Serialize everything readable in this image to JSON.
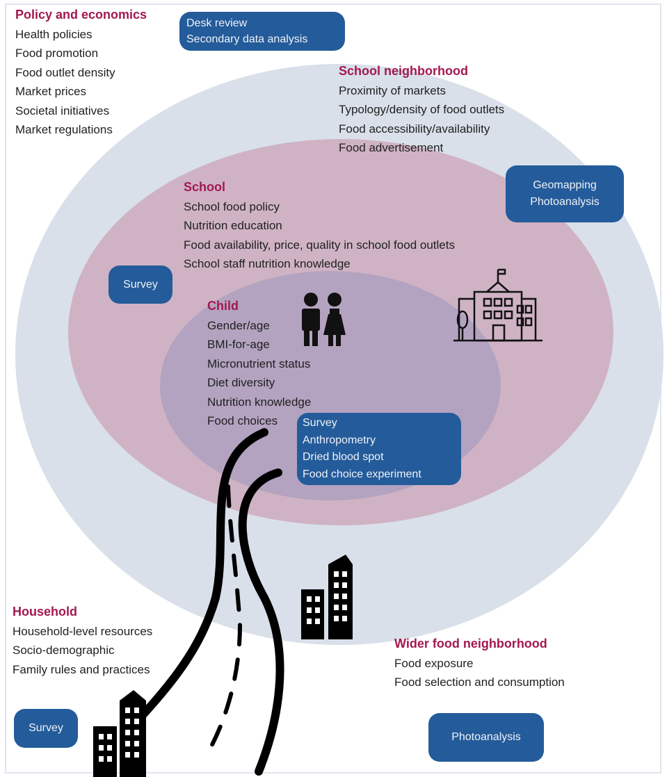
{
  "policy": {
    "title": "Policy and economics",
    "items": [
      "Health policies",
      "Food promotion",
      "Food outlet density",
      "Market prices",
      "Societal initiatives",
      "Market regulations"
    ],
    "method": [
      "Desk review",
      "Secondary data analysis"
    ]
  },
  "neighborhood": {
    "title": "School neighborhood",
    "items": [
      "Proximity of markets",
      "Typology/density of food outlets",
      "Food accessibility/availability",
      "Food advertisement"
    ],
    "method": [
      "Geomapping",
      "Photoanalysis"
    ]
  },
  "school": {
    "title": "School",
    "items": [
      "School food policy",
      "Nutrition education",
      "Food availability, price, quality in school food outlets",
      "School staff nutrition knowledge"
    ],
    "method": "Survey",
    "icon": "school-building-icon"
  },
  "child": {
    "title": "Child",
    "items": [
      "Gender/age",
      "BMI-for-age",
      "Micronutrient status",
      "Diet diversity",
      "Nutrition knowledge",
      "Food choices"
    ],
    "method": [
      "Survey",
      "Anthropometry",
      "Dried blood spot",
      "Food choice experiment"
    ],
    "icon": "children-icon"
  },
  "household": {
    "title": "Household",
    "items": [
      "Household-level resources",
      "Socio-demographic",
      "Family rules and practices"
    ],
    "method": "Survey"
  },
  "wider": {
    "title": "Wider food neighborhood",
    "items": [
      "Food exposure",
      "Food selection and consumption"
    ],
    "method": "Photoanalysis"
  },
  "icons": [
    "road-icon",
    "city-buildings-icon"
  ],
  "colors": {
    "outer_ellipse": "#d9e0ea",
    "school_ellipse": "#cfb3c4",
    "child_ellipse": "#b3a3c0",
    "header": "#a3184f",
    "method_box": "#245b9a"
  }
}
